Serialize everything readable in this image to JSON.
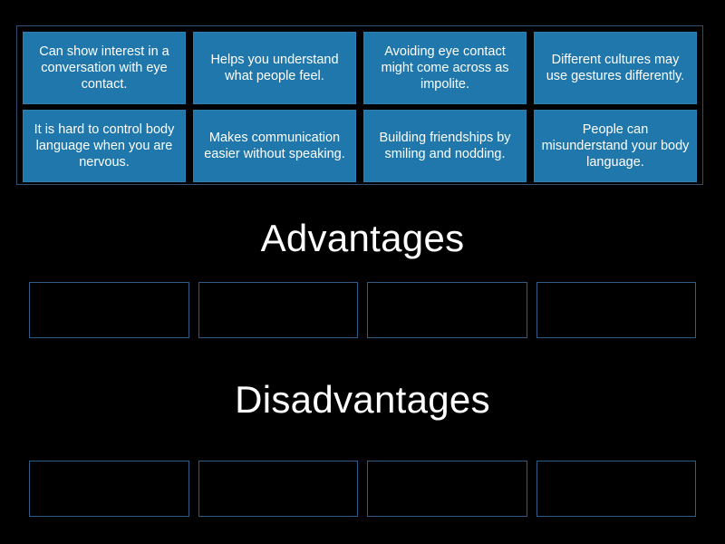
{
  "page": {
    "background_color": "#000000",
    "activity_type": "group-sort"
  },
  "tile_bank": {
    "name": "word-bank",
    "border_color": "#2f4f72",
    "tile_color": "#1f77ab",
    "tile_text_color": "#ffffff",
    "rows": [
      [
        "Can show interest in a conversation with eye contact.",
        "Helps you understand what people feel.",
        "Avoiding eye contact might come across as impolite.",
        "Different cultures may use gestures differently."
      ],
      [
        "It is hard to control body language when you are nervous.",
        "Makes communication easier without speaking.",
        "Building friendships by smiling and nodding.",
        "People can misunderstand your body language."
      ]
    ]
  },
  "categories": [
    {
      "heading": "Advantages",
      "slot_count": 4,
      "slots": [
        "",
        "",
        "",
        ""
      ],
      "border_color": "#2e5c86"
    },
    {
      "heading": "Disadvantages",
      "slot_count": 4,
      "slots": [
        "",
        "",
        "",
        ""
      ],
      "border_color": "#2e5c86"
    }
  ]
}
